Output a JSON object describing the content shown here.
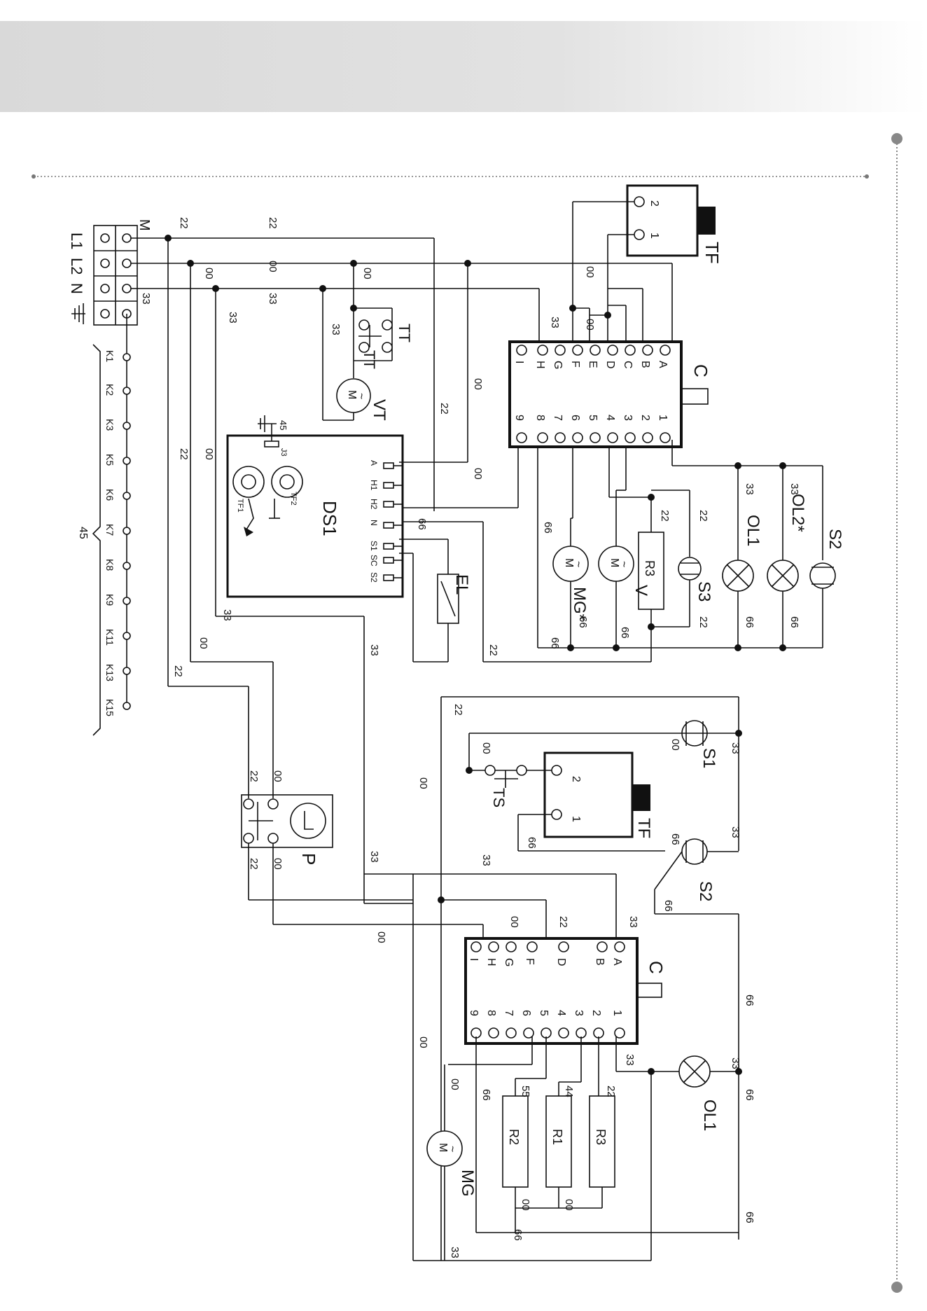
{
  "terminal_block": {
    "terminals": [
      "M",
      "L1",
      "L2",
      "N"
    ],
    "earth_wire": "33",
    "earth_symbol": "earth-icon"
  },
  "connector_strip": {
    "pins": [
      "K1",
      "K2",
      "K3",
      "K5",
      "K6",
      "K7",
      "K8",
      "K9",
      "K11",
      "K13",
      "K15"
    ],
    "group_label": "45"
  },
  "components": {
    "vt": "VT",
    "tt_1": "TT",
    "tt_2": "TT",
    "ds1": "DS1",
    "tf1": "TF1",
    "tf2": "TF2",
    "j3": "J3",
    "el": "EL",
    "tf_top": "TF",
    "c_top": "C",
    "mg_star": "MG*",
    "v": "V",
    "r3_top": "R3",
    "s3": "S3",
    "ol1_top": "OL1",
    "ol2_star": "OL2*",
    "s2_top": "S2",
    "p": "P",
    "s1": "S1",
    "ts": "TS",
    "tf_bottom": "TF",
    "s2_bottom": "S2",
    "c_bottom": "C",
    "ol1_bottom": "OL1",
    "r2": "R2",
    "r1": "R1",
    "r3_bottom": "R3",
    "mg": "MG"
  },
  "ds1_pins": [
    "A",
    "H1",
    "H2",
    "N",
    "S1",
    "SC",
    "S2"
  ],
  "ds1_earth_wire": "45",
  "c_top_pins": [
    "A",
    "B",
    "C",
    "D",
    "E",
    "F",
    "G",
    "H",
    "I",
    "1",
    "2",
    "3",
    "4",
    "5",
    "6",
    "7",
    "8",
    "9"
  ],
  "c_bottom_pins": [
    "A",
    "B",
    "D",
    "F",
    "G",
    "H",
    "I",
    "1",
    "2",
    "3",
    "4",
    "5",
    "6",
    "7",
    "8",
    "9"
  ],
  "tf_pins": [
    "2",
    "1"
  ],
  "wire_labels": {
    "w22_m": "22",
    "w22_mr": "22",
    "w00_l2": "00",
    "w00_l2r": "00",
    "w00_vt": "00",
    "w33_n": "33",
    "w33_nd": "33",
    "w33_tt": "33",
    "w22_v1": "22",
    "w00_v2": "00",
    "w22_v3": "22",
    "w00_v4": "00",
    "w33_c": "33",
    "w00_tf": "00",
    "w00_c": "00",
    "w00_ds1": "00",
    "w66_ds1": "66",
    "w66_c8": "66",
    "w22_r3": "22",
    "w22_s3": "22",
    "w33_ol1": "33",
    "w33_ol2": "33",
    "w22_s3b": "22",
    "w66_ol1": "66",
    "w66_ol2": "66",
    "w66_mg": "66",
    "w66_mgb": "66",
    "w66_v": "66",
    "w22_el": "22",
    "w33_ds1": "33",
    "w33_low": "33",
    "w00_low": "00",
    "w22_low": "22",
    "w22_p1": "22",
    "w00_p1": "00",
    "w22_p2": "22",
    "w00_p2": "00",
    "w22_s1": "22",
    "w00_s1": "00",
    "w00_ts": "00",
    "w00_ts2": "00",
    "w33_s1": "33",
    "w66_tf": "66",
    "w66_s2": "66",
    "w33_s2": "33",
    "w66_s2b": "66",
    "w33_b1": "33",
    "w33_b2": "33",
    "w00_b3": "00",
    "w22_b4": "22",
    "w33_b5": "33",
    "w00_b6": "00",
    "w33_b7": "33",
    "w33_b8": "33",
    "w55_r2": "55",
    "w44_r1": "44",
    "w22_r3b": "22",
    "w66_b9": "66",
    "w66_b10": "66",
    "w00_mg": "00",
    "w66_c9": "66",
    "w00_r2": "00",
    "w00_r1": "00",
    "w66_b11": "66",
    "w66_b12": "66",
    "w33_b13": "33",
    "w00_b14": "00"
  }
}
